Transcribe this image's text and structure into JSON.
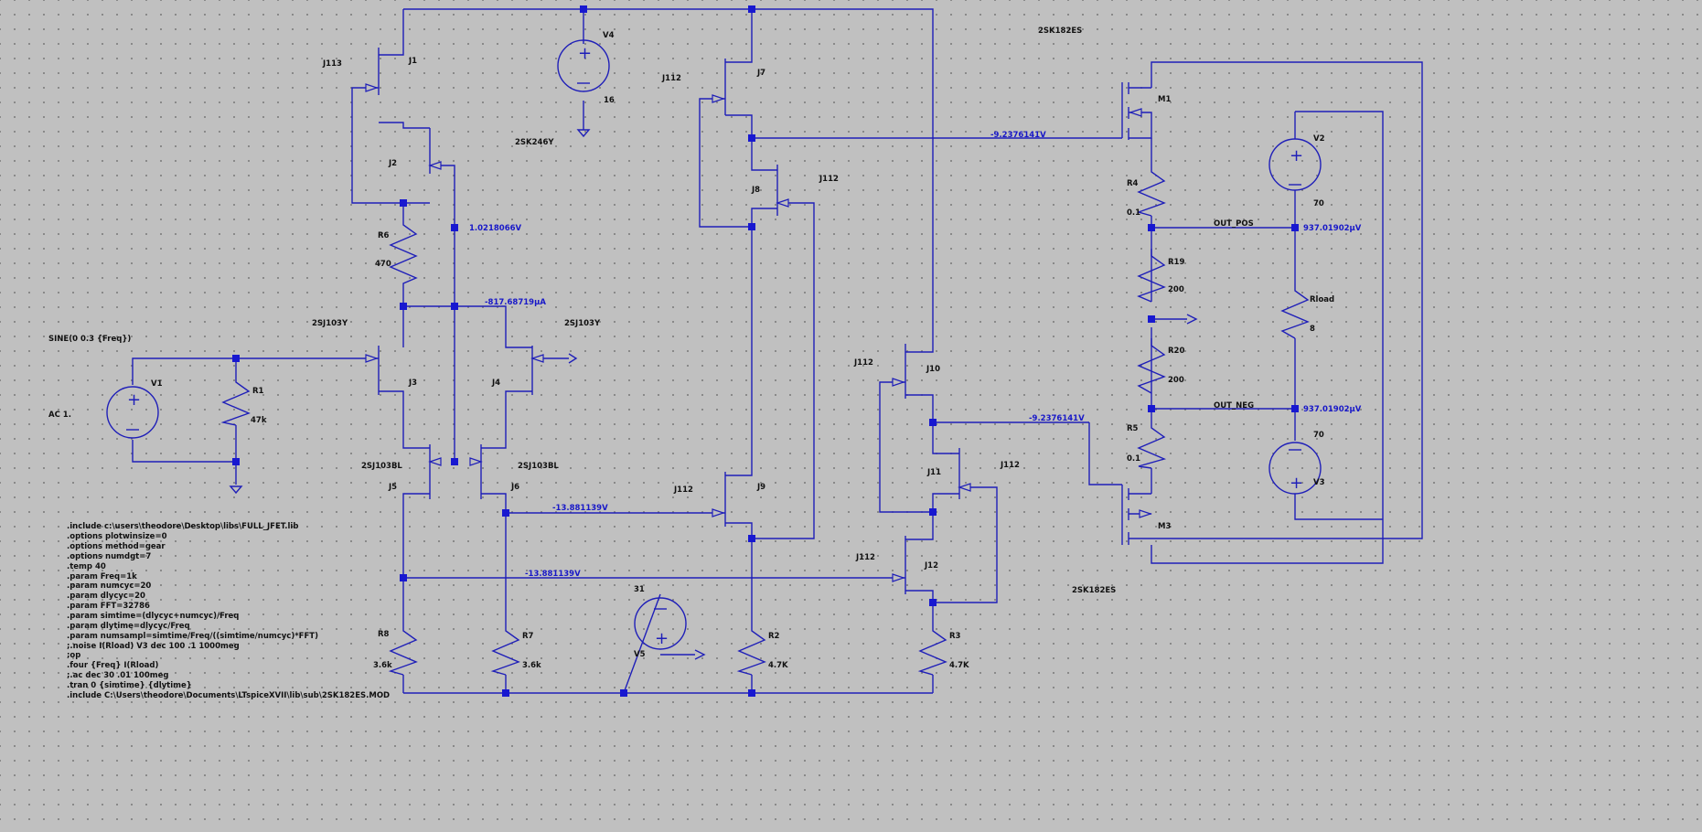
{
  "components": {
    "J1": {
      "name": "J1",
      "model": "J113"
    },
    "J2": {
      "name": "J2",
      "model": "2SK246Y"
    },
    "J3": {
      "name": "J3",
      "model": "2SJ103Y"
    },
    "J4": {
      "name": "J4",
      "model": "2SJ103Y"
    },
    "J5": {
      "name": "J5",
      "model": "2SJ103BL"
    },
    "J6": {
      "name": "J6",
      "model": "2SJ103BL"
    },
    "J7": {
      "name": "J7",
      "model": "J112"
    },
    "J8": {
      "name": "J8",
      "model": "J112"
    },
    "J9": {
      "name": "J9",
      "model": "J112"
    },
    "J10": {
      "name": "J10",
      "model": "J112"
    },
    "J11": {
      "name": "J11",
      "model": "J112"
    },
    "J12": {
      "name": "J12",
      "model": "J112"
    },
    "M1": {
      "name": "M1",
      "model": "2SK182ES"
    },
    "M3": {
      "name": "M3",
      "model": "2SK182ES"
    },
    "V1": {
      "name": "V1",
      "value": "SINE(0 0.3 {Freq})",
      "ac": "AC 1."
    },
    "V2": {
      "name": "V2",
      "value": "70"
    },
    "V3": {
      "name": "V3",
      "value": "70"
    },
    "V4": {
      "name": "V4",
      "value": "16"
    },
    "V5": {
      "name": "V5",
      "value": "31"
    },
    "R1": {
      "name": "R1",
      "value": "47k"
    },
    "R2": {
      "name": "R2",
      "value": "4.7K"
    },
    "R3": {
      "name": "R3",
      "value": "4.7K"
    },
    "R4": {
      "name": "R4",
      "value": "0.1"
    },
    "R5": {
      "name": "R5",
      "value": "0.1"
    },
    "R6": {
      "name": "R6",
      "value": "470"
    },
    "R7": {
      "name": "R7",
      "value": "3.6k"
    },
    "R8": {
      "name": "R8",
      "value": "3.6k"
    },
    "R19": {
      "name": "R19",
      "value": "200"
    },
    "R20": {
      "name": "R20",
      "value": "200"
    },
    "Rload": {
      "name": "Rload",
      "value": "8"
    }
  },
  "nets": {
    "out_pos": "OUT_POS",
    "out_neg": "OUT_NEG"
  },
  "voltages": {
    "v_j2": "1.0218066V",
    "i_r6": "-817.68719μA",
    "v_m1_gate": "-9.2376141V",
    "v_m3_gate": "-9.2376141V",
    "v_out_pos": "937.01902μV",
    "v_out_neg": "937.01902μV",
    "v_j9_gate": "-13.881139V",
    "v_j12_gate": "-13.881139V"
  },
  "directives": [
    ".include c:\\users\\theodore\\Desktop\\libs\\FULL_JFET.lib",
    ".options plotwinsize=0",
    ".options method=gear",
    ".options numdgt=7",
    ".temp 40",
    ".param Freq=1k",
    ".param numcyc=20",
    ".param dlycyc=20",
    ".param FFT=32786",
    ".param simtime=(dlycyc+numcyc)/Freq",
    ".param dlytime=dlycyc/Freq",
    ".param numsampl=simtime/Freq/((simtime/numcyc)*FFT)",
    ";.noise I(Rload) V3 dec 100 .1 1000meg",
    ";op",
    ".four {Freq} I(Rload)",
    ";.ac dec 30 .01 100meg",
    ".tran 0 {simtime} {dlytime}",
    ".include C:\\Users\\theodore\\Documents\\LTspiceXVII\\lib\\sub\\2SK182ES.MOD"
  ]
}
